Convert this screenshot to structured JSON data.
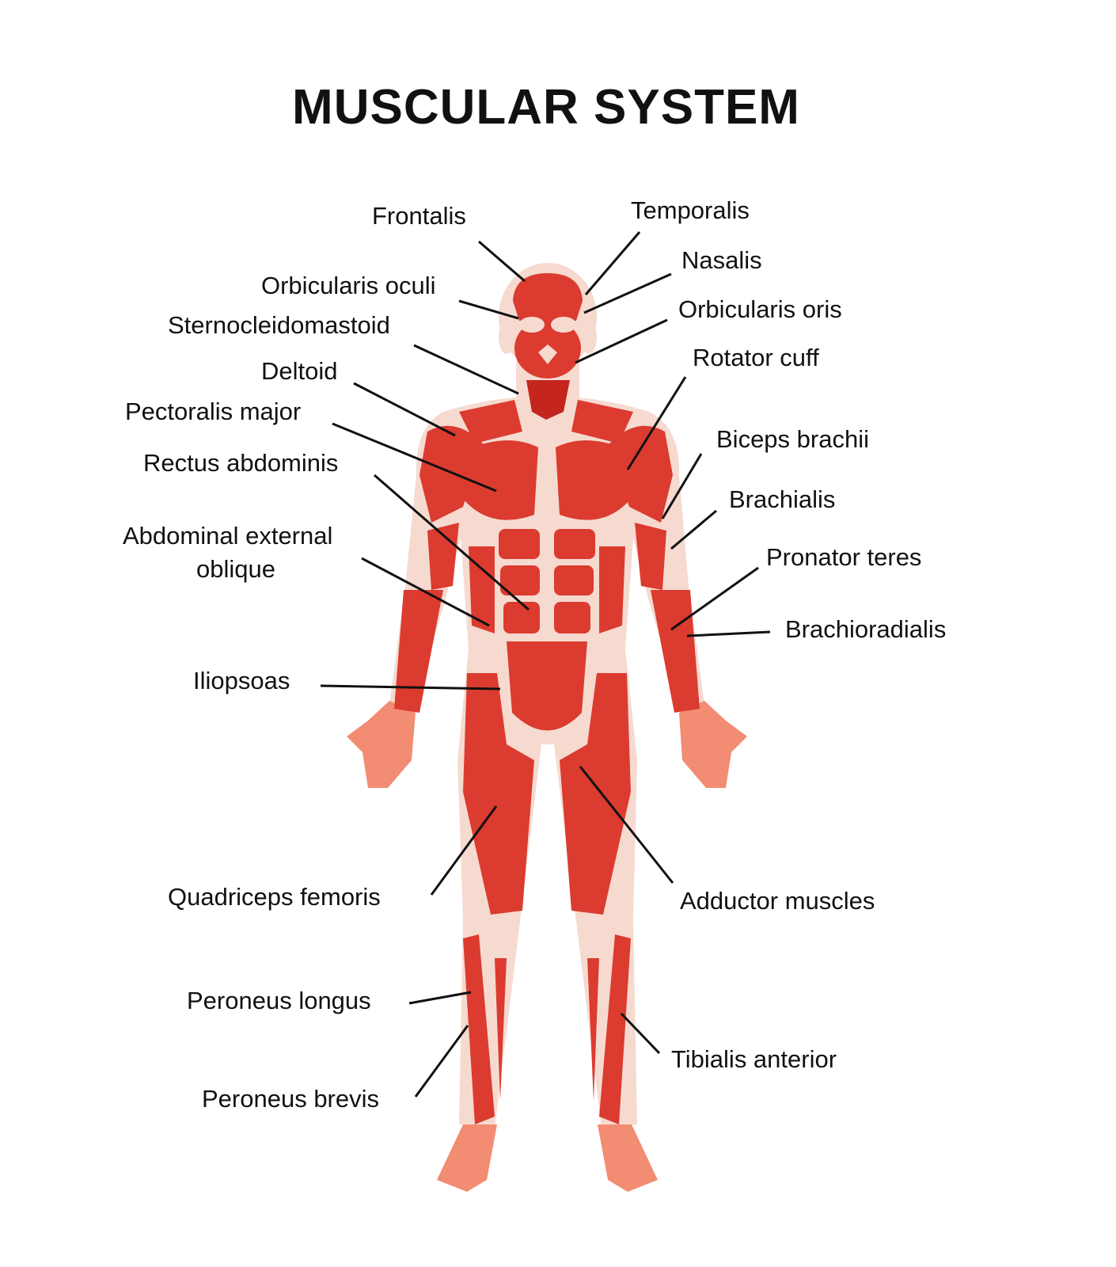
{
  "title": "MUSCULAR SYSTEM",
  "colors": {
    "muscle": "#dc3b30",
    "muscle_dark": "#c4261d",
    "tissue": "#f6dad0",
    "skin": "#f28c73",
    "line": "#111111"
  },
  "labels": {
    "frontalis": "Frontalis",
    "temporalis": "Temporalis",
    "nasalis": "Nasalis",
    "orbicularis_oculi": "Orbicularis oculi",
    "orbicularis_oris": "Orbicularis oris",
    "sternocleidomastoid": "Sternocleidomastoid",
    "rotator_cuff": "Rotator cuff",
    "deltoid": "Deltoid",
    "pectoralis_major": "Pectoralis major",
    "biceps_brachii": "Biceps brachii",
    "rectus_abdominis": "Rectus abdominis",
    "brachialis": "Brachialis",
    "abdominal_external_1": "Abdominal external",
    "abdominal_external_2": "oblique",
    "pronator_teres": "Pronator teres",
    "brachioradialis": "Brachioradialis",
    "iliopsoas": "Iliopsoas",
    "quadriceps_femoris": "Quadriceps femoris",
    "adductor_muscles": "Adductor muscles",
    "peroneus_longus": "Peroneus longus",
    "tibialis_anterior": "Tibialis anterior",
    "peroneus_brevis": "Peroneus brevis"
  }
}
